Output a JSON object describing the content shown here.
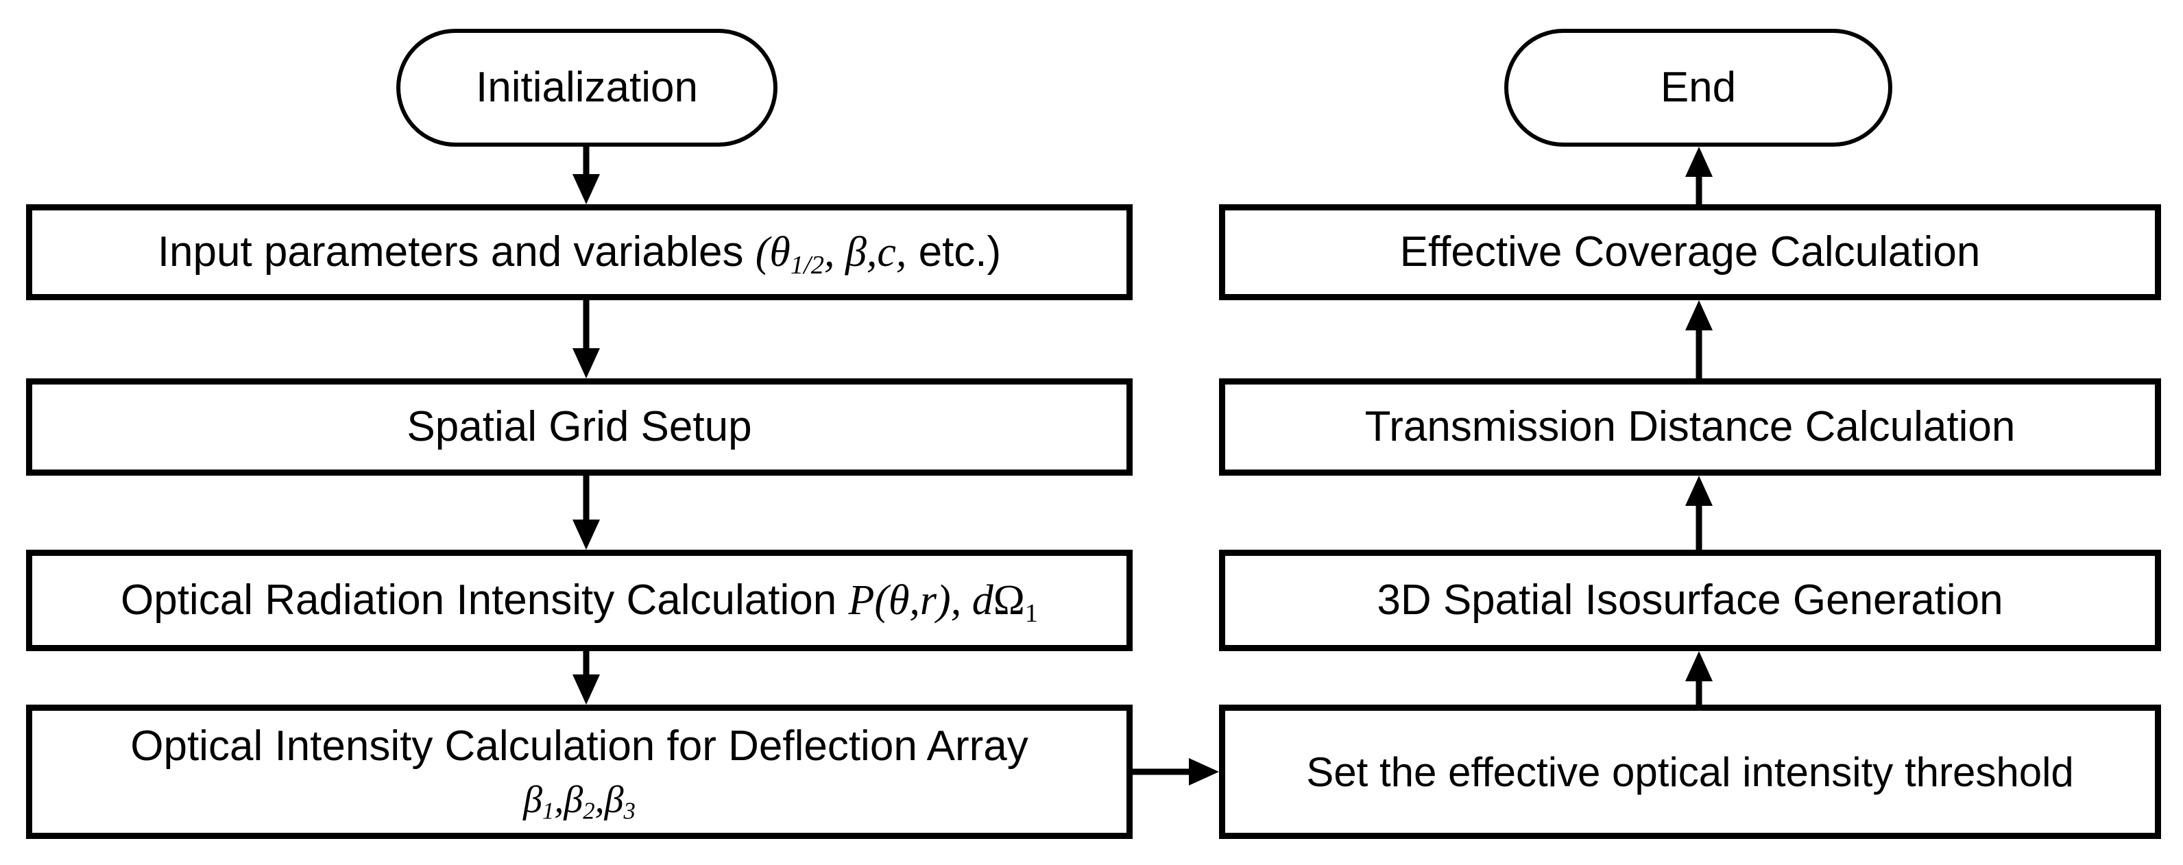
{
  "diagram": {
    "background": "#ffffff",
    "line_color": "#000000"
  },
  "nodes": {
    "initialization": {
      "label": "Initialization",
      "shape": "stadium"
    },
    "input_parameters": {
      "shape": "rectangle",
      "text": "Input parameters and variables ",
      "math_open": "(θ",
      "sub": "1/2",
      "math_mid": ", β,c,",
      "tail": "  etc.)"
    },
    "spatial_grid": {
      "label": "Spatial Grid Setup",
      "shape": "rectangle"
    },
    "optical_radiation": {
      "shape": "rectangle",
      "text": "Optical Radiation Intensity Calculation ",
      "math_italic": "P(θ,r),  d",
      "math_upright": "Ω",
      "sub": "1"
    },
    "deflection_array": {
      "shape": "rectangle",
      "line1": "Optical Intensity Calculation for Deflection Array",
      "betas": [
        {
          "base": "β",
          "sub": "1"
        },
        {
          "base": ",β",
          "sub": "2"
        },
        {
          "base": ",β",
          "sub": "3"
        }
      ]
    },
    "set_threshold": {
      "label": "Set the effective optical intensity threshold",
      "shape": "rectangle"
    },
    "isosurface": {
      "label": "3D Spatial Isosurface Generation",
      "shape": "rectangle"
    },
    "transmission": {
      "label": "Transmission Distance Calculation",
      "shape": "rectangle"
    },
    "effective_coverage": {
      "label": "Effective Coverage Calculation",
      "shape": "rectangle"
    },
    "end": {
      "label": "End",
      "shape": "stadium"
    }
  },
  "edges": [
    {
      "from": "initialization",
      "to": "input_parameters",
      "direction": "down"
    },
    {
      "from": "input_parameters",
      "to": "spatial_grid",
      "direction": "down"
    },
    {
      "from": "spatial_grid",
      "to": "optical_radiation",
      "direction": "down"
    },
    {
      "from": "optical_radiation",
      "to": "deflection_array",
      "direction": "down"
    },
    {
      "from": "deflection_array",
      "to": "set_threshold",
      "direction": "right"
    },
    {
      "from": "set_threshold",
      "to": "isosurface",
      "direction": "up"
    },
    {
      "from": "isosurface",
      "to": "transmission",
      "direction": "up"
    },
    {
      "from": "transmission",
      "to": "effective_coverage",
      "direction": "up"
    },
    {
      "from": "effective_coverage",
      "to": "end",
      "direction": "up"
    }
  ]
}
